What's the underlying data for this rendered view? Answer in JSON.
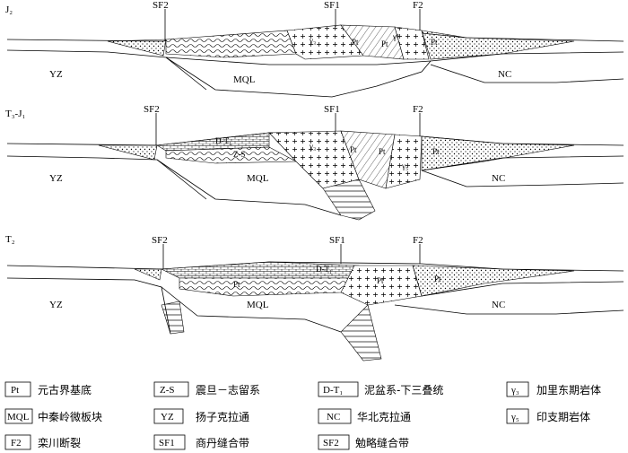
{
  "panels": [
    {
      "stage": "J₂",
      "faults": [
        "SF2",
        "SF1",
        "F2"
      ],
      "blocks": [
        "YZ",
        "MQL",
        "NC"
      ],
      "inner_labels": [
        "γ₃",
        "Pt",
        "Pt",
        "γ³",
        "Pt"
      ]
    },
    {
      "stage": "T₃-J₁",
      "faults": [
        "SF2",
        "SF1",
        "F2"
      ],
      "blocks": [
        "YZ",
        "MQL",
        "NC"
      ],
      "inner_labels": [
        "D-T₁",
        "Z-S",
        "γ₃",
        "Pt",
        "Pt",
        "γ₅",
        "Pt"
      ]
    },
    {
      "stage": "T₂",
      "faults": [
        "SF2",
        "SF1",
        "F2"
      ],
      "blocks": [
        "YZ",
        "MQL",
        "NC"
      ],
      "inner_labels": [
        "D-T₁",
        "Pt",
        "Pt",
        "Pt"
      ]
    }
  ],
  "legend": [
    {
      "code": "Pt",
      "text": "元古界基底"
    },
    {
      "code": "Z-S",
      "text": "震旦－志留系"
    },
    {
      "code": "D-T₁",
      "text": "泥盆系-下三叠统"
    },
    {
      "code": "γ₃",
      "text": "加里东期岩体"
    },
    {
      "code": "MQL",
      "text": "中秦岭微板块"
    },
    {
      "code": "YZ",
      "text": "扬子克拉通"
    },
    {
      "code": "NC",
      "text": "华北克拉通"
    },
    {
      "code": "γ₅",
      "text": "印支期岩体"
    },
    {
      "code": "F2",
      "text": "栾川断裂"
    },
    {
      "code": "SF1",
      "text": "商丹缝合带"
    },
    {
      "code": "SF2",
      "text": "勉略缝合带"
    }
  ]
}
